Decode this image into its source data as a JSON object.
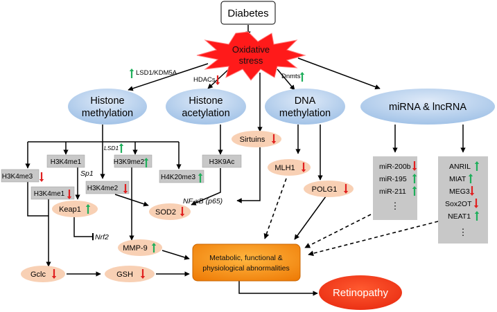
{
  "nodes": {
    "diabetes": "Diabetes",
    "oxidative_stress_line1": "Oxidative",
    "oxidative_stress_line2": "stress",
    "histone_methylation_line1": "Histone",
    "histone_methylation_line2": "methylation",
    "histone_acetylation_line1": "Histone",
    "histone_acetylation_line2": "acetylation",
    "dna_methylation_line1": "DNA",
    "dna_methylation_line2": "methylation",
    "mirna_lncrna": "miRNA & lncRNA",
    "h3k4me1_top": "H3K4me1",
    "h3k9me2": "H3K9me2",
    "h3k4me3": "H3K4me3",
    "h3k4me1_bottom": "H3K4me1",
    "h3k4me2": "H3K4me2",
    "h3k9ac": "H3K9Ac",
    "h4k20me3": "H4K20me3",
    "sirtuins": "Sirtuins",
    "mlh1": "MLH1",
    "polg1": "POLG1",
    "keap1": "Keap1",
    "sod2": "SOD2",
    "mmp9": "MMP-9",
    "gclc": "Gclc",
    "gsh": "GSH",
    "abnormalities_line1": "Metabolic, functional &",
    "abnormalities_line2": "physiological abnormalities",
    "retinopathy": "Retinopathy"
  },
  "labels": {
    "lsd1_kdm5a": "LSD1/KDM5A",
    "hdacs": "HDACs",
    "dnmts": "Dnmts",
    "lsd1": "LSD1",
    "sp1": "Sp1",
    "nrf2": "Nrf2",
    "nfkb": "NF-κB (p65)",
    "dots": "⋮"
  },
  "mirna_list": [
    "miR-200b",
    "miR-195",
    "miR-211"
  ],
  "lncrna_list": [
    "ANRIL",
    "MIAT",
    "MEG3",
    "Sox2OT",
    "NEAT1"
  ],
  "colors": {
    "up_arrow": "#1fae5b",
    "down_arrow": "#e02020",
    "peach": "#f8d0b4",
    "gray_box": "#c8c8c8",
    "blue_oval": "#b9d3ee",
    "orange_box": "#f08a10",
    "retinopathy_red": "#f03a14",
    "burst_red": "#ff1a1a"
  },
  "indicators": {
    "lsd1_kdm5a": "up",
    "hdacs": "down",
    "dnmts": "up",
    "lsd1": "up",
    "h3k9me2": "up",
    "h3k4me3": "down",
    "h3k4me1_bottom": "down",
    "h3k4me2": "down",
    "h4k20me3": "up",
    "sirtuins": "down",
    "mlh1": "down",
    "polg1": "down",
    "keap1": "up",
    "sod2": "down",
    "mmp9": "up",
    "gclc": "down",
    "gsh": "down",
    "mirna": [
      "down",
      "up",
      "up"
    ],
    "lncrna": [
      "up",
      "up",
      "down",
      "down",
      "up"
    ]
  }
}
